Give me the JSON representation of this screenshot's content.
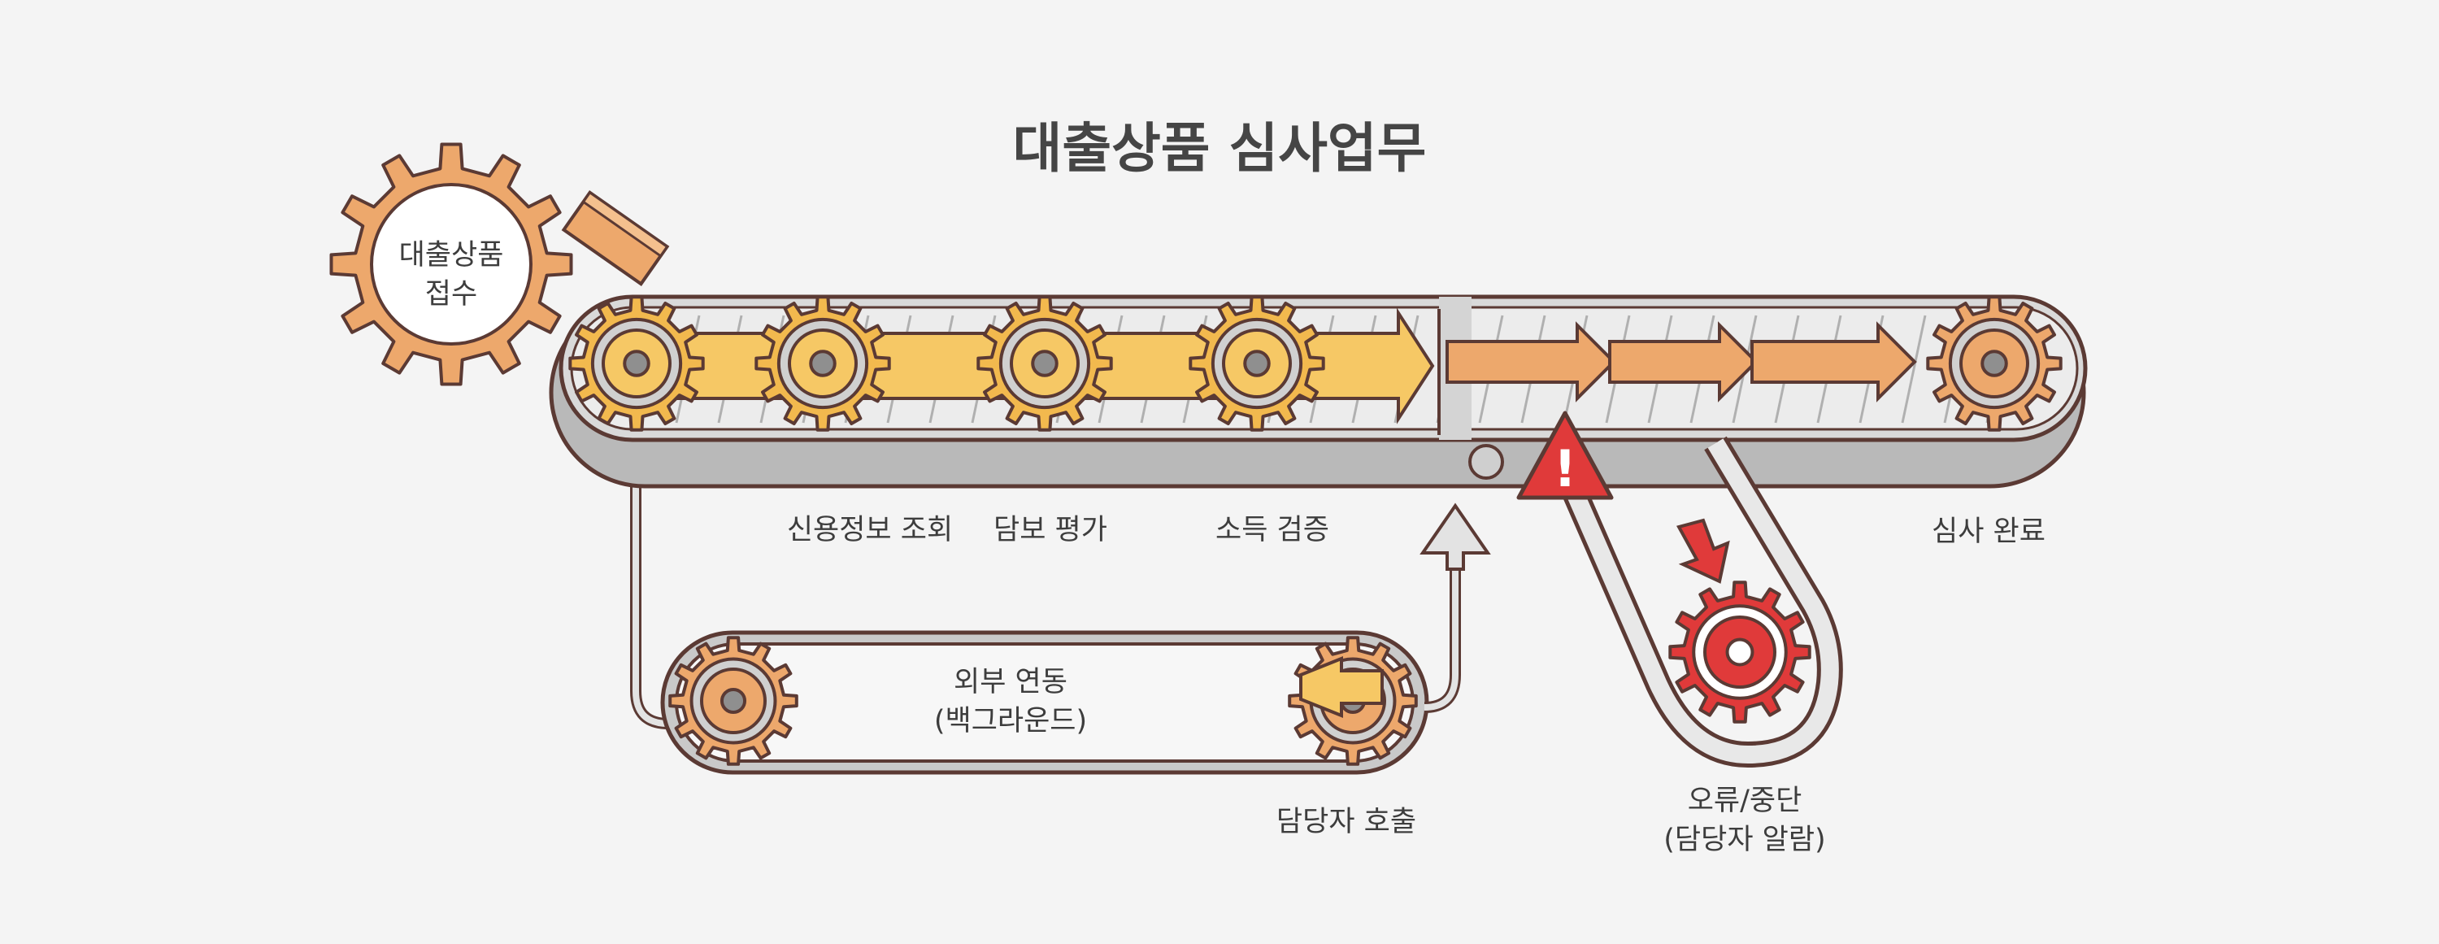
{
  "title": "대출상품 심사업무",
  "intake": {
    "line1": "대출상품",
    "line2": "접수"
  },
  "steps": {
    "credit_check": "신용정보 조회",
    "collateral": "담보 평가",
    "income": "소득 검증",
    "complete": "심사 완료",
    "call_agent": "담당자 호출"
  },
  "external": {
    "line1": "외부 연동",
    "line2": "(백그라운드)"
  },
  "error": {
    "line1": "오류/중단",
    "line2": "(담당자 알람)"
  },
  "alert_symbol": "!",
  "colors": {
    "yellow_stage": "#f6c865",
    "orange_stage": "#eda86c",
    "gear_yellow": "#f2b94e",
    "gear_orange": "#eda86c",
    "error_red": "#e03a3a",
    "belt_gray": "#b9b9b9",
    "outline": "#5b3a34"
  }
}
